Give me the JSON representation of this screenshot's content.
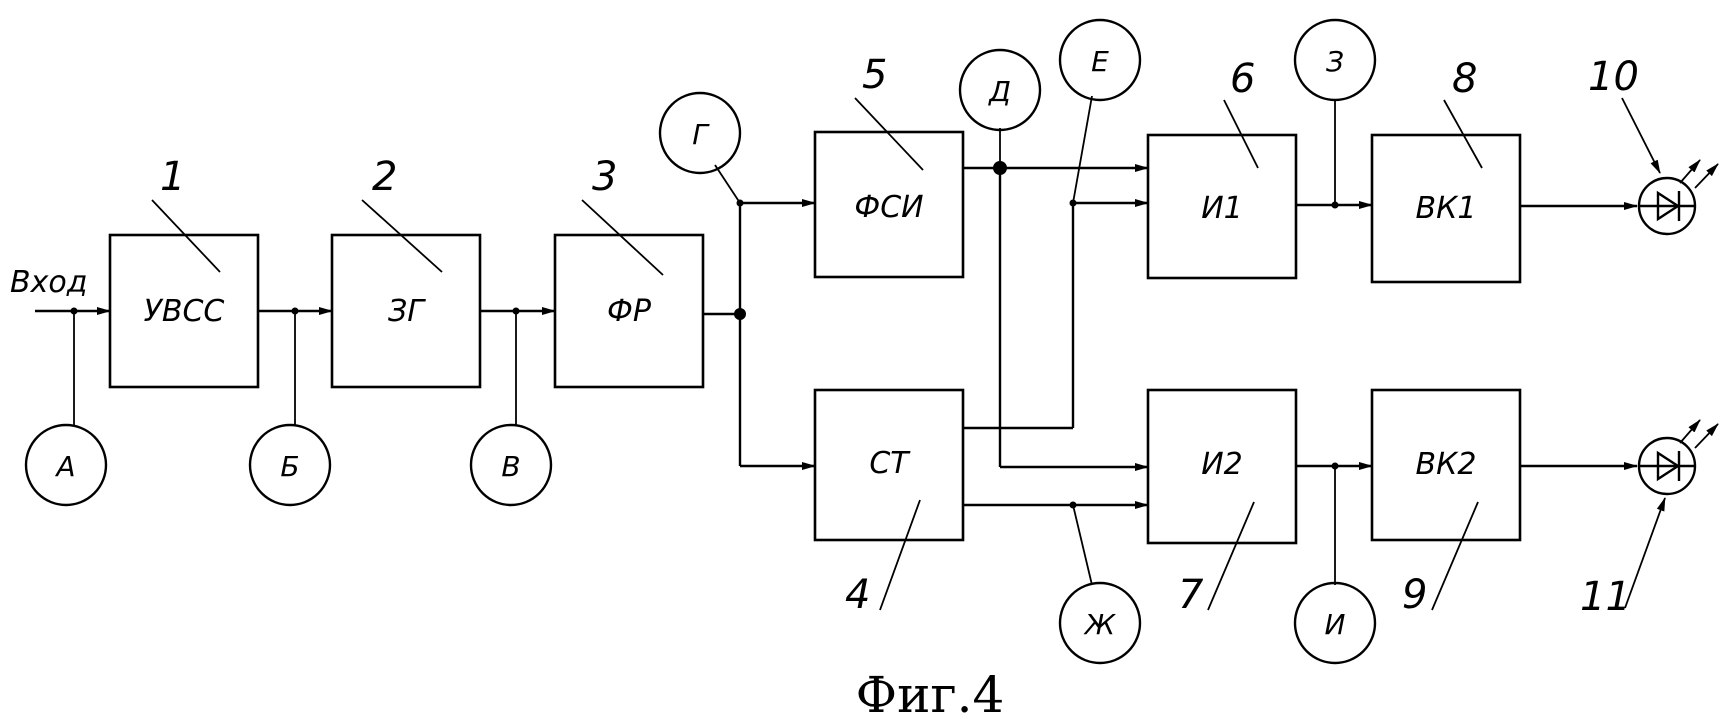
{
  "input_label": "Вход",
  "caption": "Фиг.4",
  "blocks": [
    {
      "id": "1",
      "label": "УВСС"
    },
    {
      "id": "2",
      "label": "ЗГ"
    },
    {
      "id": "3",
      "label": "ФР"
    },
    {
      "id": "4",
      "label": "СТ"
    },
    {
      "id": "5",
      "label": "ФСИ"
    },
    {
      "id": "6",
      "label": "И1"
    },
    {
      "id": "7",
      "label": "И2"
    },
    {
      "id": "8",
      "label": "ВК1"
    },
    {
      "id": "9",
      "label": "ВК2"
    }
  ],
  "block_numbers": {
    "b1": "1",
    "b2": "2",
    "b3": "3",
    "b4": "4",
    "b5": "5",
    "b6": "6",
    "b7": "7",
    "b8": "8",
    "b9": "9",
    "led10": "10",
    "led11": "11"
  },
  "test_points": {
    "A": "А",
    "B": "Б",
    "V": "В",
    "G": "Г",
    "D": "Д",
    "E": "Е",
    "ZH": "Ж",
    "Z": "З",
    "I": "И"
  }
}
